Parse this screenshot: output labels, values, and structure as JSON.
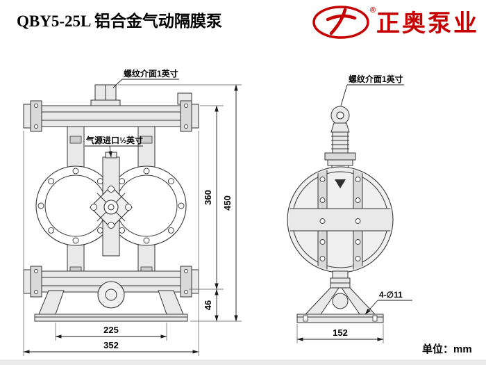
{
  "header": {
    "title": "QBY5-25L 铝合金气动隔膜泵",
    "logo": {
      "brand": "正奥泵业",
      "registered": "®",
      "brand_color": "#c40000"
    }
  },
  "drawing": {
    "labels": {
      "thread_front": "螺纹介面1英寸",
      "air_inlet": "气源进口½英寸",
      "thread_side": "螺纹介面1英寸",
      "base_holes": "4-∅11"
    },
    "dimensions": {
      "front": {
        "body_height": "360",
        "overall_height": "450",
        "base_height": "46",
        "foot_span": "225",
        "overall_width": "352"
      },
      "side": {
        "base_width": "152"
      }
    },
    "unit": "单位：mm",
    "line_color": "#333333"
  }
}
